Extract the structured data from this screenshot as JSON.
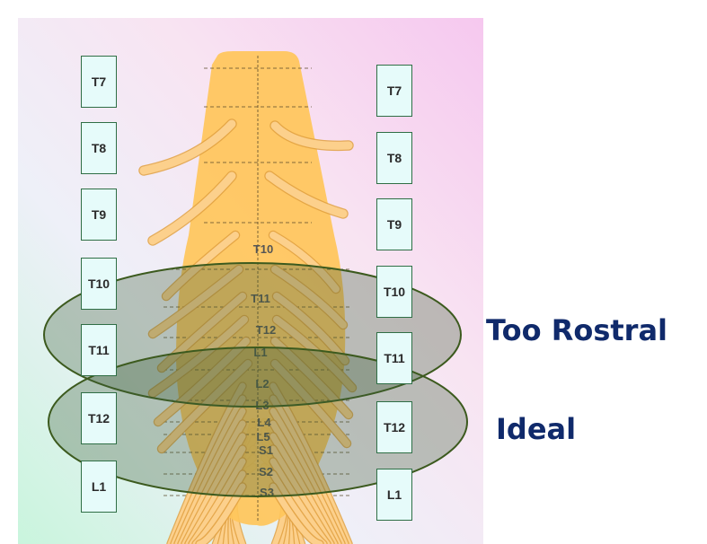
{
  "left_vertebrae": [
    "T7",
    "T8",
    "T9",
    "T10",
    "T11",
    "T12",
    "L1"
  ],
  "right_vertebrae": [
    "T7",
    "T8",
    "T9",
    "T10",
    "T11",
    "T12",
    "L1"
  ],
  "cord_levels": [
    "T10",
    "T11",
    "T12",
    "L1",
    "L2",
    "L3",
    "L4",
    "L5",
    "S1",
    "S2",
    "S3"
  ],
  "zones": {
    "too_rostral": "Too Rostral",
    "ideal": "Ideal"
  },
  "colors": {
    "cord": "#ffc65a",
    "root": "#fcd08c",
    "root_edge": "#e0a040",
    "vertebra_fill": "#e6fbfa",
    "vertebra_border": "#2f6e45",
    "zone_fill": "#3e5c37",
    "zone_edge": "#3c5a1e",
    "callout_text": "#102a6b"
  }
}
